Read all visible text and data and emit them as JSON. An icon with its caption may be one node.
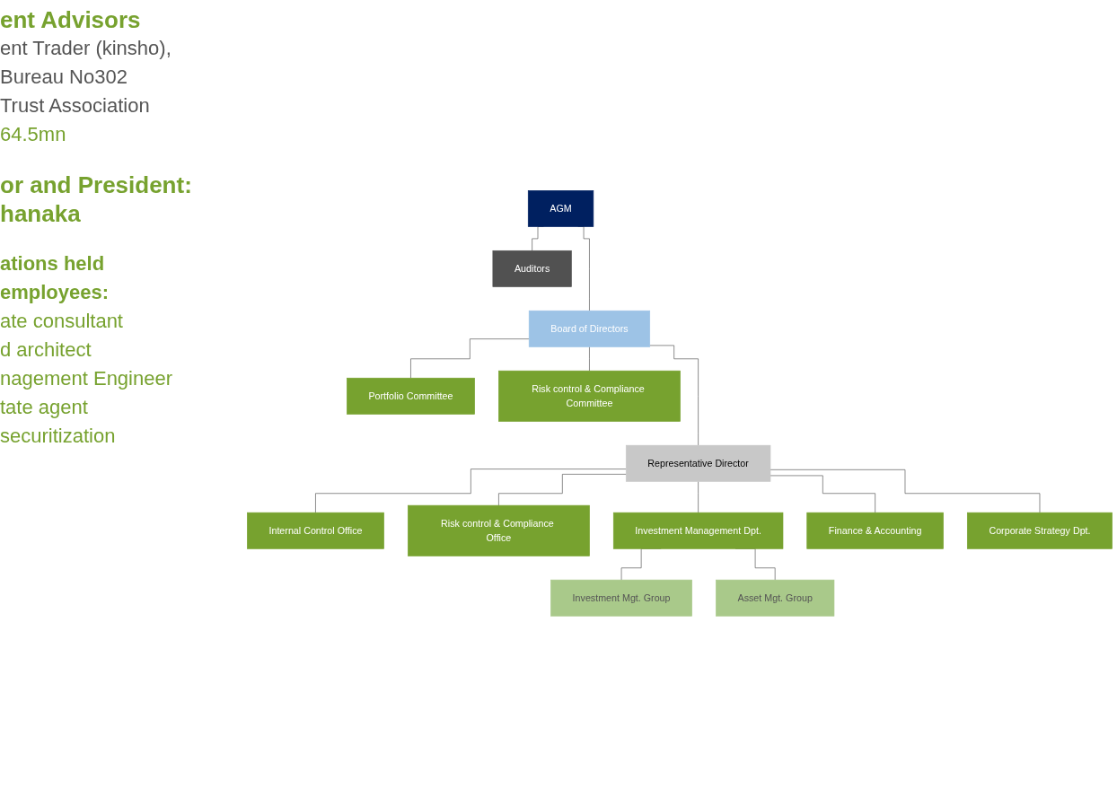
{
  "diagram": {
    "nodes": [
      {
        "text": [
          "AGM"
        ]
      },
      {
        "text": [
          "Auditors"
        ]
      },
      {
        "text": [
          "Board of Directors"
        ]
      },
      {
        "text": [
          "Portfolio Committee"
        ]
      },
      {
        "text": [
          "Risk control & Compliance Committee"
        ]
      },
      {
        "text": [
          "Representative Director"
        ]
      },
      {
        "text": [
          "Internal Control Office"
        ]
      },
      {
        "text": [
          "Risk control & Compliance Office"
        ]
      },
      {
        "text": [
          "Investment Management Dpt."
        ]
      },
      {
        "text": [
          "Finance & Accounting"
        ]
      },
      {
        "text": [
          "Corporate Strategy Dpt."
        ]
      },
      {
        "text": [
          "Investment Mgt. Group"
        ]
      },
      {
        "text": [
          "Asset Mgt. Group"
        ]
      }
    ],
    "edges": [
      {
        "from": 0,
        "to": 1,
        "arrow": "none"
      },
      {
        "from": 0,
        "to": 2,
        "arrow": "none"
      },
      {
        "from": 2,
        "to": 3,
        "arrow": "none"
      },
      {
        "from": 2,
        "to": 4,
        "arrow": "none"
      },
      {
        "from": 2,
        "to": 5,
        "arrow": "none"
      },
      {
        "from": 5,
        "to": 6,
        "arrow": "none"
      },
      {
        "from": 5,
        "to": 7,
        "arrow": "none"
      },
      {
        "from": 5,
        "to": 8,
        "arrow": "none"
      },
      {
        "from": 5,
        "to": 9,
        "arrow": "none"
      },
      {
        "from": 5,
        "to": 10,
        "arrow": "none"
      },
      {
        "from": 8,
        "to": 11,
        "arrow": "none"
      },
      {
        "from": 8,
        "to": 12,
        "arrow": "none"
      }
    ],
    "labels": [
      "ent Advisors",
      "ent Trader (kinsho),",
      "Bureau No302",
      "Trust Association",
      "64.5mn",
      "or and President:",
      "hanaka",
      "ations held",
      "employees:",
      "ate consultant",
      "d architect",
      "nagement Engineer",
      "tate agent",
      "securitization"
    ]
  }
}
